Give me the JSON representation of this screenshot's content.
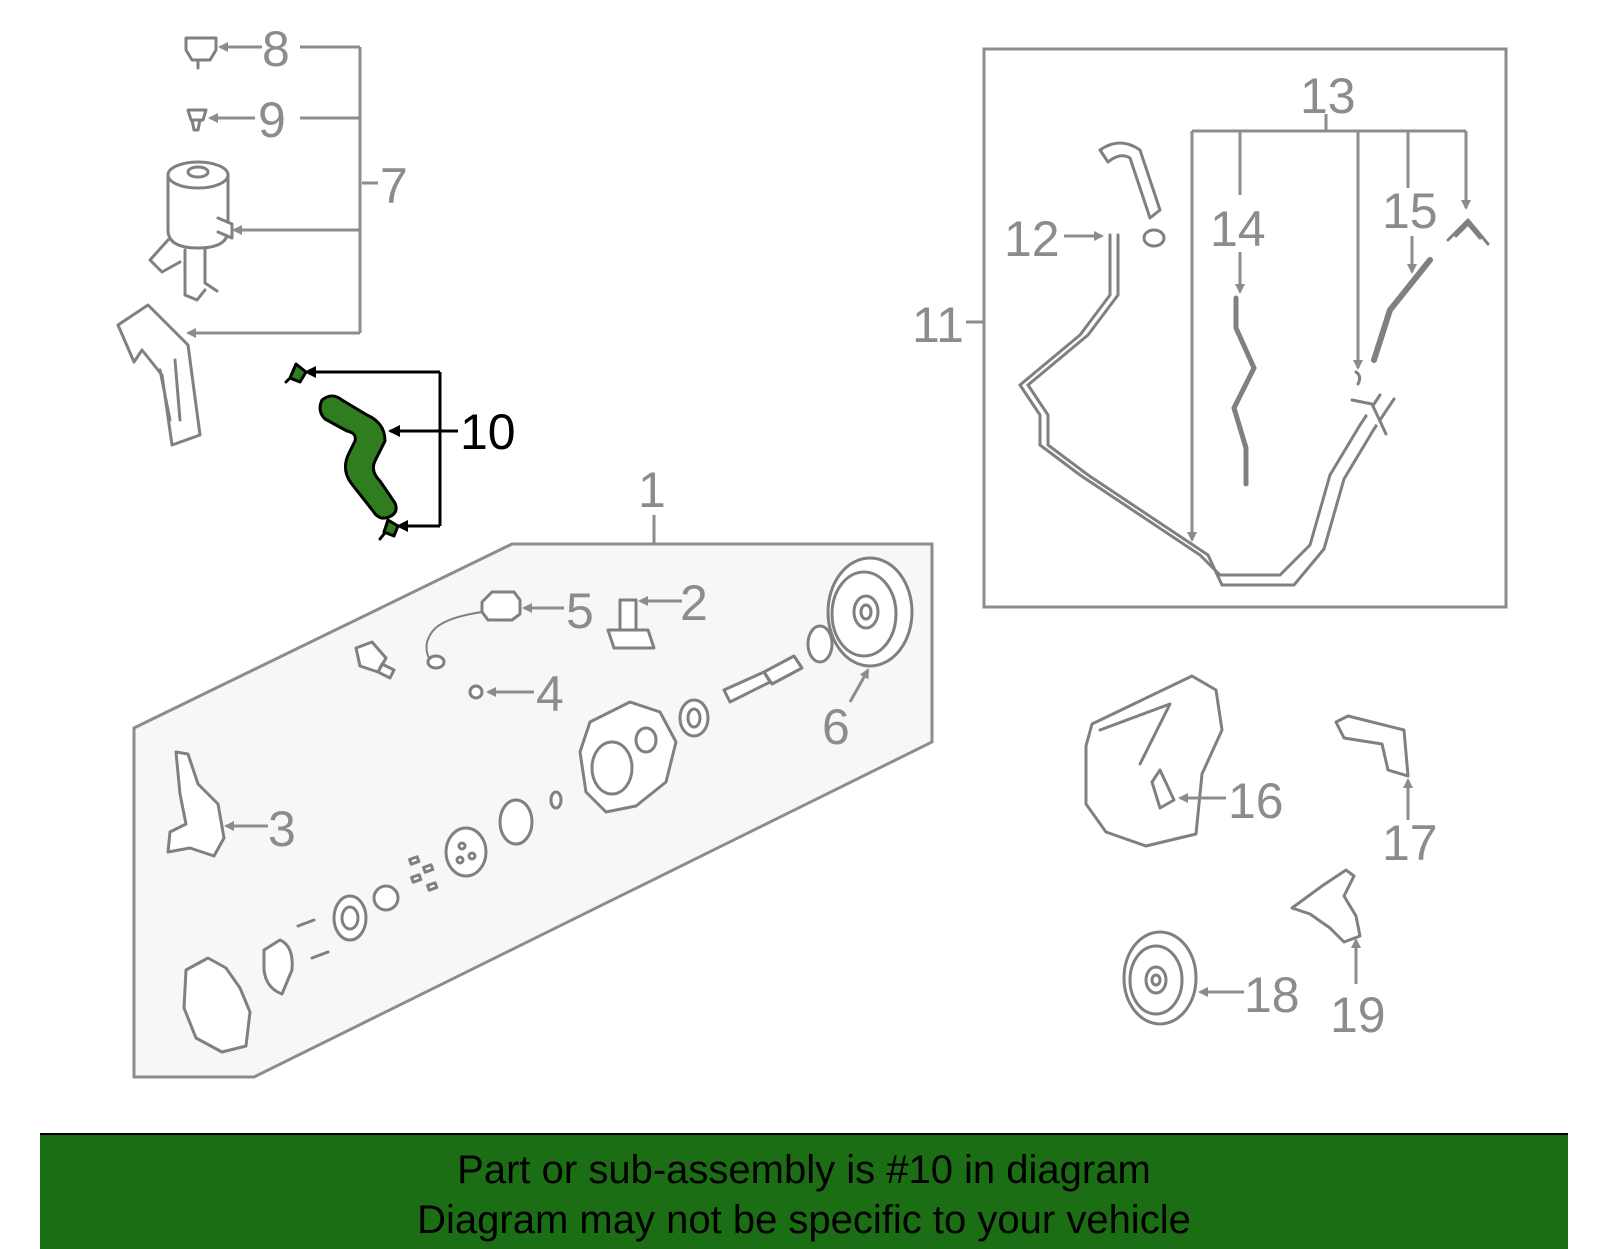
{
  "diagram": {
    "highlight_color": "#2f7d1e",
    "callouts": {
      "c1": "1",
      "c2": "2",
      "c3": "3",
      "c4": "4",
      "c5": "5",
      "c6": "6",
      "c7": "7",
      "c8": "8",
      "c9": "9",
      "c10": "10",
      "c11": "11",
      "c12": "12",
      "c13": "13",
      "c14": "14",
      "c15": "15",
      "c16": "16",
      "c17": "17",
      "c18": "18",
      "c19": "19"
    },
    "highlighted_part": "10"
  },
  "banner": {
    "background": "#1c6e14",
    "line1": "Part or sub-assembly is #10 in diagram",
    "line2": "Diagram may not be specific to your vehicle"
  }
}
